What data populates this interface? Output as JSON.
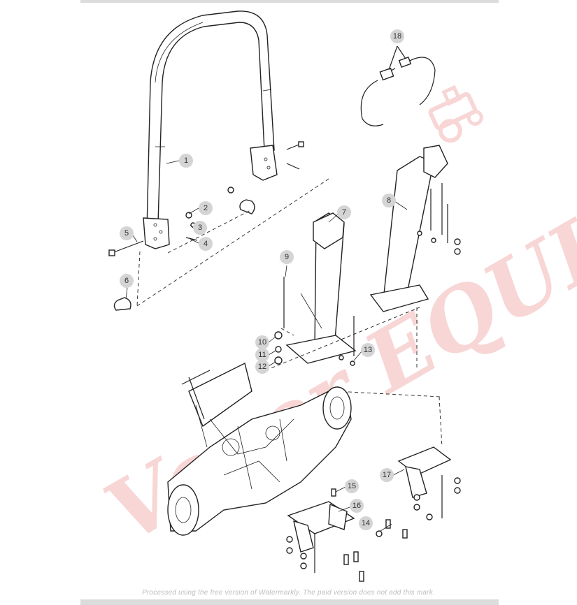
{
  "callouts": [
    {
      "label": "1"
    },
    {
      "label": "2"
    },
    {
      "label": "3"
    },
    {
      "label": "4"
    },
    {
      "label": "5"
    },
    {
      "label": "6"
    },
    {
      "label": "7"
    },
    {
      "label": "8"
    },
    {
      "label": "9"
    },
    {
      "label": "10"
    },
    {
      "label": "11"
    },
    {
      "label": "12"
    },
    {
      "label": "13"
    },
    {
      "label": "14"
    },
    {
      "label": "15"
    },
    {
      "label": "16"
    },
    {
      "label": "17"
    },
    {
      "label": "18"
    }
  ],
  "watermark": {
    "brand_text": "Vaner EQUIPMENT",
    "color": "#f3b5b5"
  },
  "footer_text": "Processed using the free version of Watermarkly. The paid version does not add this mark."
}
